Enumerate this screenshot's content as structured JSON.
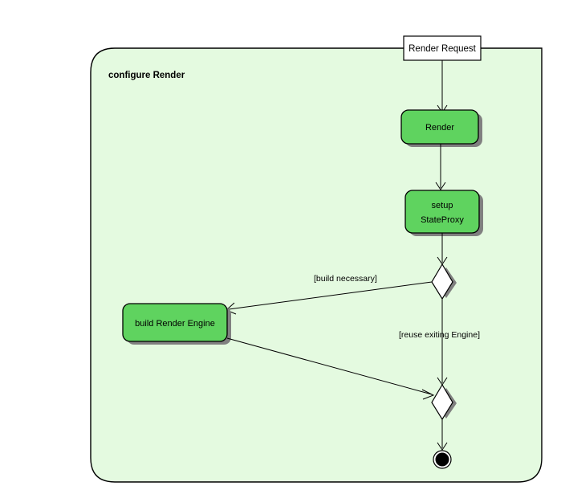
{
  "diagram": {
    "type": "uml-activity-diagram",
    "frame": {
      "title": "configure Render",
      "fill_color": "#E4FAE0",
      "border_color": "#000000"
    },
    "entry_port": {
      "label": "Render Request",
      "fill_color": "#FFFFFF",
      "border_color": "#000000"
    },
    "action_fill_color": "#5FD35F",
    "action_border_color": "#000000",
    "shadow_color": "#808080",
    "decision_fill_color": "#FFFFFF",
    "final_node_color": "#000000",
    "nodes": [
      {
        "id": "render",
        "label": "Render",
        "kind": "action"
      },
      {
        "id": "setup-state-proxy",
        "label_line1": "setup",
        "label_line2": "StateProxy",
        "kind": "action"
      },
      {
        "id": "decision-build",
        "label": "",
        "kind": "decision"
      },
      {
        "id": "build-render-engine",
        "label": "build Render Engine",
        "kind": "action"
      },
      {
        "id": "merge",
        "label": "",
        "kind": "merge"
      },
      {
        "id": "final",
        "label": "",
        "kind": "final"
      }
    ],
    "edges": [
      {
        "from": "entry-port",
        "to": "render",
        "guard": ""
      },
      {
        "from": "render",
        "to": "setup-state-proxy",
        "guard": ""
      },
      {
        "from": "setup-state-proxy",
        "to": "decision-build",
        "guard": ""
      },
      {
        "from": "decision-build",
        "to": "build-render-engine",
        "guard": "[build necessary]"
      },
      {
        "from": "decision-build",
        "to": "merge",
        "guard": "[reuse exiting Engine]"
      },
      {
        "from": "build-render-engine",
        "to": "merge",
        "guard": ""
      },
      {
        "from": "merge",
        "to": "final",
        "guard": ""
      }
    ],
    "guards": {
      "build_necessary": "[build necessary]",
      "reuse_existing": "[reuse exiting Engine]"
    }
  }
}
